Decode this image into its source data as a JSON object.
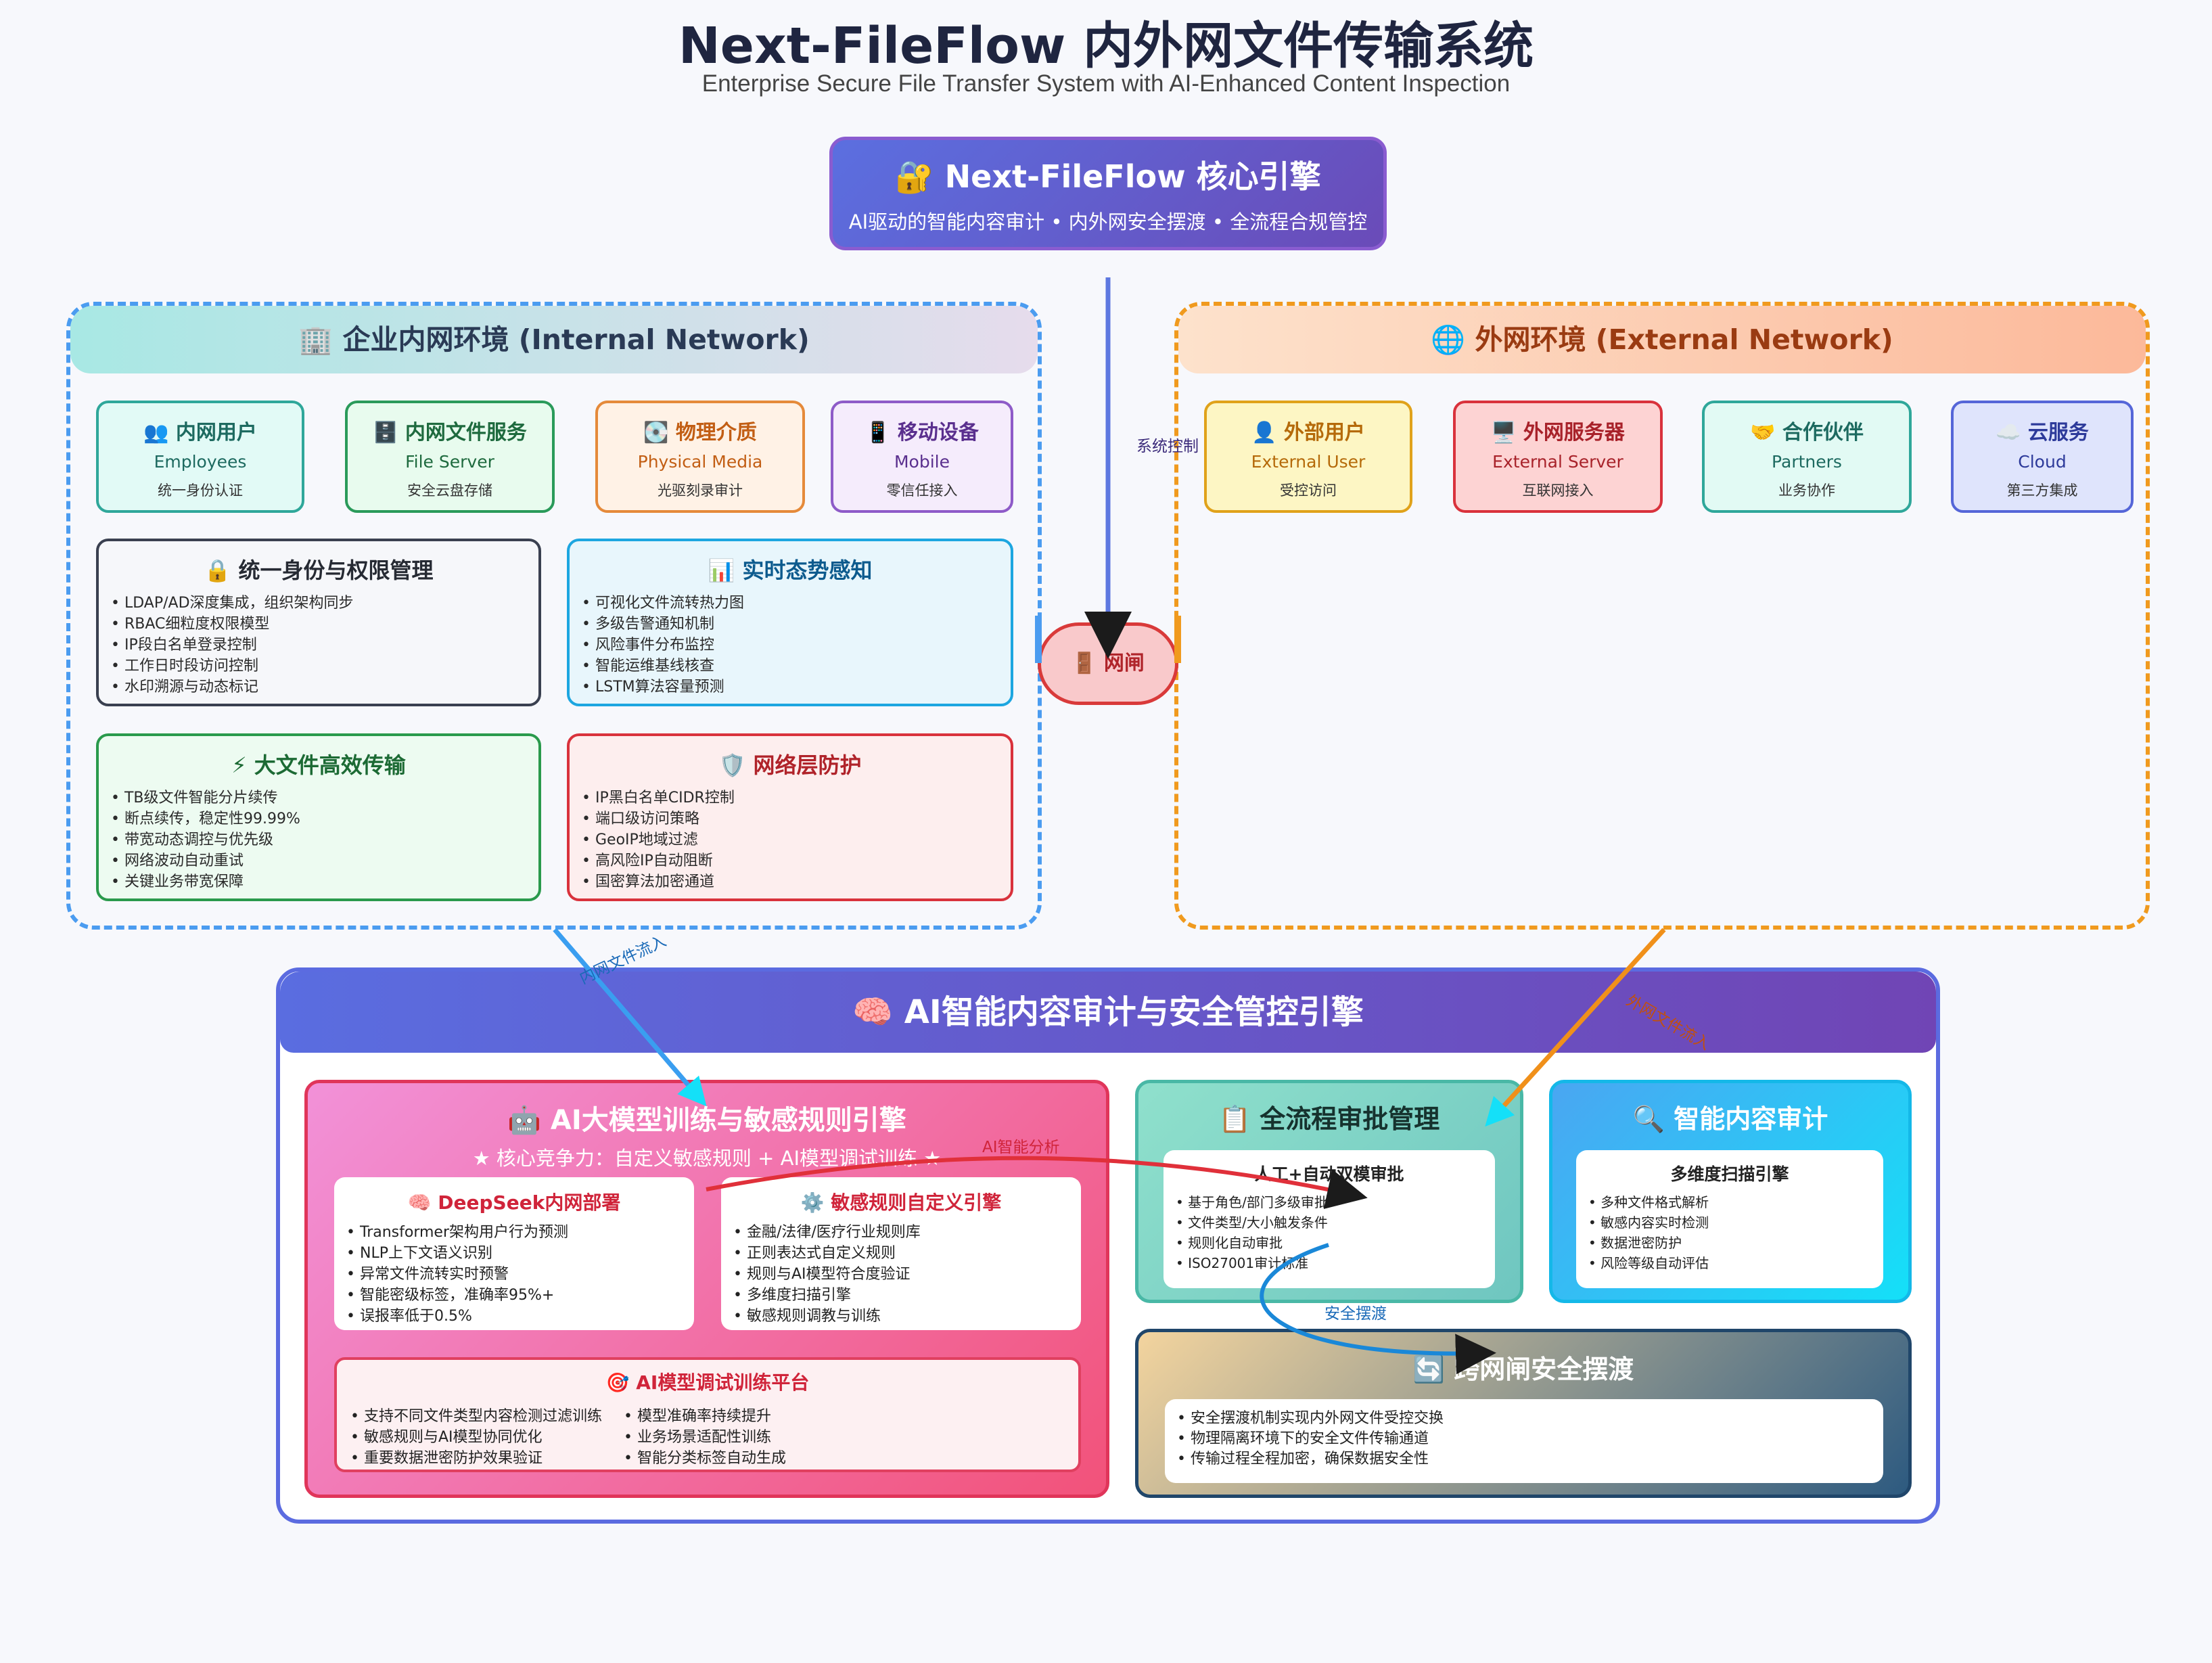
{
  "title": "Next-FileFlow 内外网文件传输系统",
  "subtitle": "Enterprise Secure File Transfer System with AI-Enhanced Content Inspection",
  "core": {
    "title": "🔐 Next-FileFlow 核心引擎",
    "subtitle": "AI驱动的智能内容审计 • 内外网安全摆渡 • 全流程合规管控"
  },
  "internal": {
    "title": "🏢 企业内网环境 (Internal Network)",
    "nodes": [
      {
        "title": "👥 内网用户",
        "en": "Employees",
        "desc": "统一身份认证"
      },
      {
        "title": "🗄️ 内网文件服务",
        "en": "File Server",
        "desc": "安全云盘存储"
      },
      {
        "title": "💽 物理介质",
        "en": "Physical Media",
        "desc": "光驱刻录审计"
      },
      {
        "title": "📱 移动设备",
        "en": "Mobile",
        "desc": "零信任接入"
      }
    ],
    "cards": [
      {
        "title": "🔒 统一身份与权限管理",
        "items": [
          "LDAP/AD深度集成，组织架构同步",
          "RBAC细粒度权限模型",
          "IP段白名单登录控制",
          "工作日时段访问控制",
          "水印溯源与动态标记"
        ]
      },
      {
        "title": "📊 实时态势感知",
        "items": [
          "可视化文件流转热力图",
          "多级告警通知机制",
          "风险事件分布监控",
          "智能运维基线核查",
          "LSTM算法容量预测"
        ]
      },
      {
        "title": "⚡ 大文件高效传输",
        "items": [
          "TB级文件智能分片续传",
          "断点续传，稳定性99.99%",
          "带宽动态调控与优先级",
          "网络波动自动重试",
          "关键业务带宽保障"
        ]
      },
      {
        "title": "🛡️ 网络层防护",
        "items": [
          "IP黑白名单CIDR控制",
          "端口级访问策略",
          "GeoIP地域过滤",
          "高风险IP自动阻断",
          "国密算法加密通道"
        ]
      }
    ]
  },
  "external": {
    "title": "🌐 外网环境 (External Network)",
    "nodes": [
      {
        "title": "👤 外部用户",
        "en": "External User",
        "desc": "受控访问"
      },
      {
        "title": "🖥️ 外网服务器",
        "en": "External Server",
        "desc": "互联网接入"
      },
      {
        "title": "🤝 合作伙伴",
        "en": "Partners",
        "desc": "业务协作"
      },
      {
        "title": "☁️ 云服务",
        "en": "Cloud",
        "desc": "第三方集成"
      }
    ]
  },
  "gate": "🚪 网闸",
  "flow_labels": {
    "system_control": "系统控制",
    "internal_in": "内网文件流入",
    "external_in": "外网文件流入",
    "ai_analysis": "AI智能分析",
    "secure_ferry": "安全摆渡"
  },
  "ai_engine": {
    "title": "🧠 AI智能内容审计与安全管控引擎",
    "model": {
      "title": "🤖 AI大模型训练与敏感规则引擎",
      "subtitle": "★ 核心竞争力：自定义敏感规则 + AI模型调试训练 ★",
      "deepseek": {
        "title": "🧠 DeepSeek内网部署",
        "items": [
          "Transformer架构用户行为预测",
          "NLP上下文语义识别",
          "异常文件流转实时预警",
          "智能密级标签，准确率95%+",
          "误报率低于0.5%"
        ]
      },
      "rules": {
        "title": "⚙️ 敏感规则自定义引擎",
        "items": [
          "金融/法律/医疗行业规则库",
          "正则表达式自定义规则",
          "规则与AI模型符合度验证",
          "多维度扫描引擎",
          "敏感规则调教与训练"
        ]
      },
      "training": {
        "title": "🎯 AI模型调试训练平台",
        "left": [
          "支持不同文件类型内容检测过滤训练",
          "敏感规则与AI模型协同优化",
          "重要数据泄密防护效果验证"
        ],
        "right": [
          "模型准确率持续提升",
          "业务场景适配性训练",
          "智能分类标签自动生成"
        ]
      }
    },
    "approval": {
      "title": "📋 全流程审批管理",
      "inner_title": "人工+自动双模审批",
      "items": [
        "基于角色/部门多级审批",
        "文件类型/大小触发条件",
        "规则化自动审批",
        "ISO27001审计标准"
      ]
    },
    "audit": {
      "title": "🔍 智能内容审计",
      "inner_title": "多维度扫描引擎",
      "items": [
        "多种文件格式解析",
        "敏感内容实时检测",
        "数据泄密防护",
        "风险等级自动评估"
      ]
    },
    "ferry": {
      "title": "🔄 跨网闸安全摆渡",
      "items": [
        "安全摆渡机制实现内外网文件受控交换",
        "物理隔离环境下的安全文件传输通道",
        "传输过程全程加密，确保数据安全性"
      ]
    }
  },
  "colors": {
    "internal_border": "#4b9cf0",
    "external_border": "#f09a1e",
    "ai_border": "#5b6be0",
    "flow_internal": "#3a9ef0",
    "flow_external": "#f0901a",
    "flow_ai": "#e0303a",
    "flow_ferry": "#1a88d8"
  }
}
